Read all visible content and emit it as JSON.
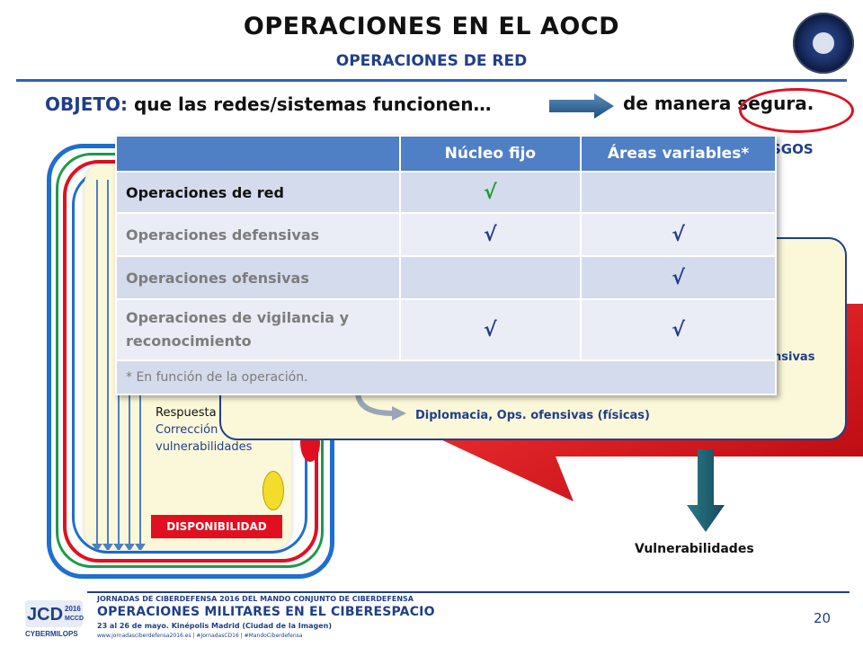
{
  "header": {
    "title": "OPERACIONES  EN EL AOCD",
    "subtitle": "OPERACIONES DE RED"
  },
  "objective": {
    "label": "OBJETO:",
    "text": " que las redes/sistemas funcionen…",
    "result": "de manera segura.",
    "riesgos_fragment": "SGOS"
  },
  "table": {
    "columns": [
      "",
      "Núcleo fijo",
      "Áreas variables*"
    ],
    "rows": [
      {
        "label": "Operaciones de red",
        "nucleo": "√",
        "areas": ""
      },
      {
        "label": "Operaciones defensivas",
        "nucleo": "√",
        "areas": "√"
      },
      {
        "label": "Operaciones ofensivas",
        "nucleo": "",
        "areas": "√"
      },
      {
        "label": "Operaciones de vigilancia y reconocimiento",
        "nucleo": "√",
        "areas": "√"
      }
    ],
    "footnote": "* En función de la operación."
  },
  "left_panel": {
    "respuesta": "Respuesta",
    "correccion": "Corrección d",
    "vulnerabilidades": "vulnerabilidades",
    "badge": "DISPONIBILIDAD"
  },
  "right_panel": {
    "fragment_ops": "nsivas",
    "ops_line": "Diplomacia, Ops. ofensivas (físicas)"
  },
  "vulnerabilidades_label": "Vulnerabilidades",
  "footer": {
    "line1": "JORNADAS DE CIBERDEFENSA 2016 DEL MANDO CONJUNTO DE CIBERDEFENSA",
    "line2": "OPERACIONES MILITARES EN EL CIBERESPACIO",
    "line3": "23 al 26 de mayo. Kinépolis Madrid (Ciudad de la Imagen)",
    "line4": "www.jornadasciberdefensa2016.es  |  #JornadasCD16  |  #MandoCiberdefensa",
    "logo_text": "JCD",
    "logo_year": "2016",
    "logo_sub": "MCCD",
    "logo_name": "CYBERMILOPS",
    "page_number": "20"
  },
  "colors": {
    "accent_blue": "#1f3f8c",
    "table_header": "#4f7fc4",
    "red": "#e01020",
    "panel_yellow": "#fbf8d9",
    "check_green": "#1f9a2c"
  }
}
